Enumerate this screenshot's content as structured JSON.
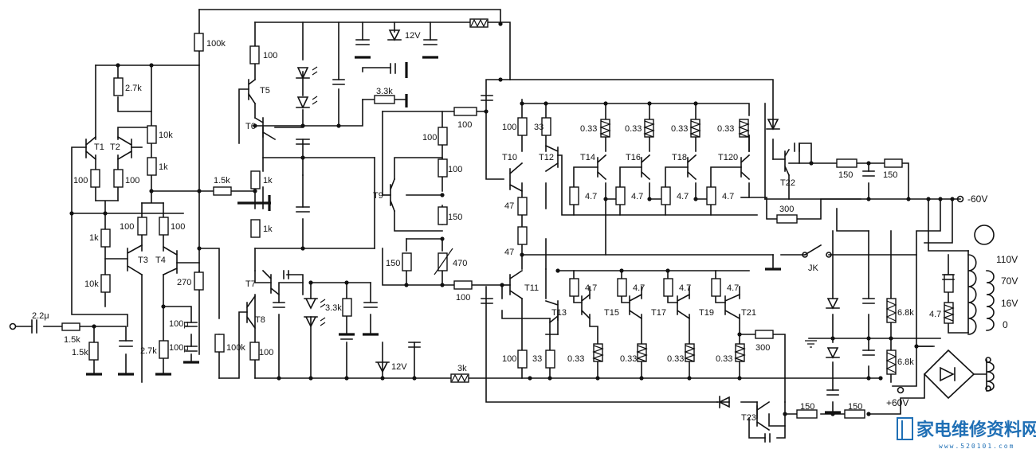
{
  "labels": {
    "c_in": "2.2μ",
    "r_in1": "1.5k",
    "r_in2": "1.5k",
    "r_100k_top": "100k",
    "r_27k_top": "2.7k",
    "r_10k_a": "10k",
    "r_1k_a": "1k",
    "r_100_t1": "100",
    "r_100_t2": "100",
    "r_1k_b": "1k",
    "r_10k_b": "10k",
    "r_100_t3": "100",
    "r_100_t4": "100",
    "r_270": "270",
    "c_100u_a": "100μ",
    "c_100u_b": "100μ",
    "r_27k_bot": "2.7k",
    "r_100k_bot": "100k",
    "r_15k_mid": "1.5k",
    "r_100_t5": "100",
    "r_1k_c": "1k",
    "r_1k_d": "1k",
    "r_100_t8": "100",
    "z_12v_top": "12V",
    "r_33k_top": "3.3k",
    "r_33k_bot": "3.3k",
    "z_12v_bot": "12V",
    "r_3k_bot": "3k",
    "r_100_t9a": "100",
    "r_100_t9b": "100",
    "r_150_t9": "150",
    "r_150_pot": "150",
    "r_470_pot": "470",
    "r_100_top_bias": "100",
    "r_100_bot_bias": "100",
    "r_100_t10": "100",
    "r_33_t12": "33",
    "r_47_a": "47",
    "r_47_b": "47",
    "r_100_t11": "100",
    "r_33_t13": "33",
    "r_033_1": "0.33",
    "r_033_2": "0.33",
    "r_033_3": "0.33",
    "r_033_4": "0.33",
    "r_47_u1": "4.7",
    "r_47_u2": "4.7",
    "r_47_u3": "4.7",
    "r_47_u4": "4.7",
    "r_47_l1": "4.7",
    "r_47_l2": "4.7",
    "r_47_l3": "4.7",
    "r_47_l4": "4.7",
    "r_033_5": "0.33",
    "r_033_6": "0.33",
    "r_033_7": "0.33",
    "r_033_8": "0.33",
    "r_300_top": "300",
    "r_300_bot": "300",
    "r_150_a": "150",
    "r_150_b": "150",
    "r_150_c": "150",
    "r_150_d": "150",
    "r_68k_a": "6.8k",
    "r_68k_b": "6.8k",
    "r_47_psu": "4.7",
    "v_neg": "-60V",
    "v_pos": "+60V",
    "jk": "JK",
    "tap_110": "110V",
    "tap_70": "70V",
    "tap_16": "16V",
    "tap_0": "0",
    "T1": "T1",
    "T2": "T2",
    "T3": "T3",
    "T4": "T4",
    "T5": "T5",
    "T6": "T6",
    "T7": "T7",
    "T8": "T8",
    "T9": "T9",
    "T10": "T10",
    "T11": "T11",
    "T12": "T12",
    "T13": "T13",
    "T14": "T14",
    "T15": "T15",
    "T16": "T16",
    "T17": "T17",
    "T18": "T18",
    "T19": "T19",
    "T120": "T120",
    "T21": "T21",
    "T22": "T22",
    "T23": "T23"
  },
  "watermark": {
    "text": "家电维修资料网",
    "url": "www.520101.com"
  }
}
